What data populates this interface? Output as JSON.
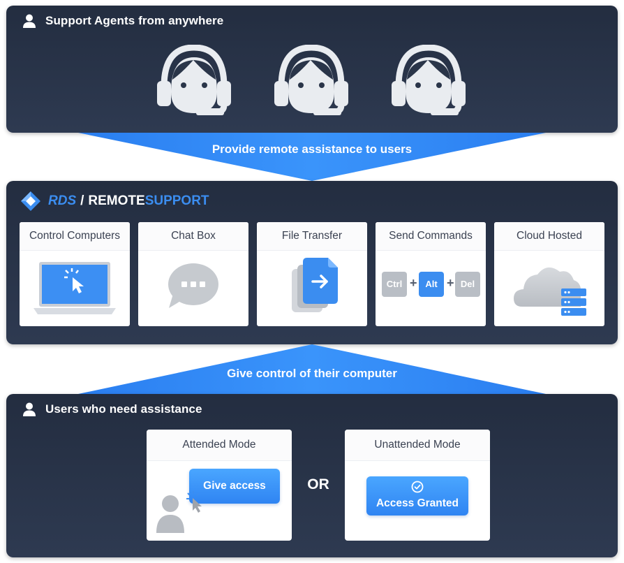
{
  "agents_panel": {
    "title": "Support Agents from anywhere",
    "icons": [
      "agent-headset-icon",
      "agent-headset-icon",
      "agent-headset-icon"
    ]
  },
  "banner_top": {
    "label": "Provide remote assistance to users"
  },
  "rds_panel": {
    "logo": {
      "rds": "RDS",
      "separator": "/",
      "remote": "REMOTE",
      "support": "SUPPORT"
    },
    "features": [
      {
        "title": "Control Computers",
        "icon": "laptop-cursor-icon"
      },
      {
        "title": "Chat Box",
        "icon": "chat-bubble-icon"
      },
      {
        "title": "File Transfer",
        "icon": "file-transfer-icon"
      },
      {
        "title": "Send Commands",
        "icon": "keyboard-keys-icon"
      },
      {
        "title": "Cloud Hosted",
        "icon": "cloud-server-icon"
      }
    ],
    "keys": {
      "ctrl": "Ctrl",
      "alt": "Alt",
      "del": "Del",
      "plus": "+"
    }
  },
  "banner_mid": {
    "label": "Give control of their computer"
  },
  "users_panel": {
    "title": "Users who need assistance",
    "or_label": "OR",
    "attended": {
      "title": "Attended Mode",
      "button_label": "Give access"
    },
    "unattended": {
      "title": "Unattended Mode",
      "button_label": "Access Granted"
    }
  },
  "colors": {
    "panel_dark": "#232d40",
    "accent_blue": "#3b8df0",
    "banner_blue": "#2f8cf5"
  }
}
